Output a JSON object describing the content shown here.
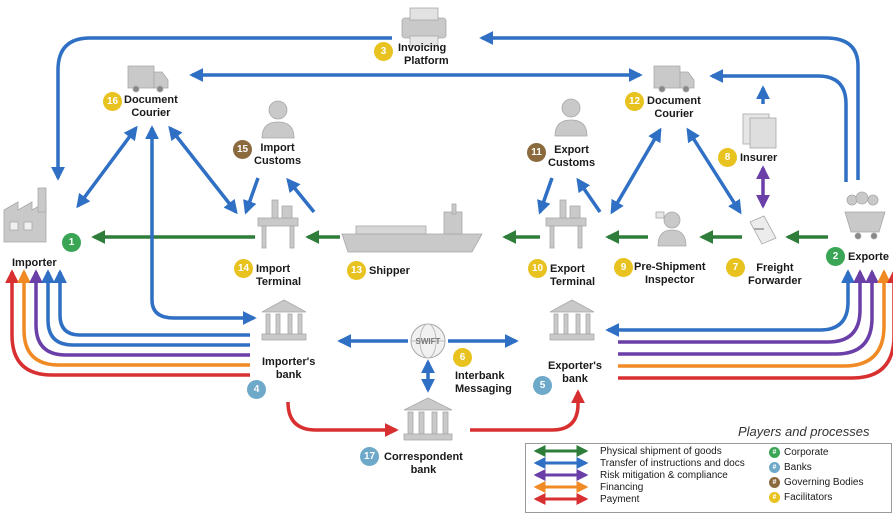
{
  "colors": {
    "physical": "#2e7d3a",
    "instructions": "#2f6fc4",
    "risk": "#6a3fa8",
    "financing": "#f08a24",
    "payment": "#d83030",
    "corporate_badge": "#3aa655",
    "bank_badge": "#6fa9c9",
    "governing_badge": "#8b6a3e",
    "facilitator_badge": "#e8c21e",
    "icon_gray": "#c9c9c9"
  },
  "nodes": {
    "invoicing": {
      "num": "3",
      "label_line1": "Invoicing",
      "label_line2": "Platform"
    },
    "doc_courier_left": {
      "num": "16",
      "label_line1": "Document",
      "label_line2": "Courier"
    },
    "doc_courier_right": {
      "num": "12",
      "label_line1": "Document",
      "label_line2": "Courier"
    },
    "import_customs": {
      "num": "15",
      "label_line1": "Import",
      "label_line2": "Customs"
    },
    "export_customs": {
      "num": "11",
      "label_line1": "Export",
      "label_line2": "Customs"
    },
    "insurer": {
      "num": "8",
      "label": "Insurer"
    },
    "importer": {
      "num": "1",
      "label": "Importer"
    },
    "exporter": {
      "num": "2",
      "label": "Exporte"
    },
    "import_terminal": {
      "num": "14",
      "label_line1": "Import",
      "label_line2": "Terminal"
    },
    "shipper": {
      "num": "13",
      "label": "Shipper"
    },
    "export_terminal": {
      "num": "10",
      "label_line1": "Export",
      "label_line2": "Terminal"
    },
    "pre_shipment": {
      "num": "9",
      "label_line1": "Pre-Shipment",
      "label_line2": "Inspector"
    },
    "freight_forwarder": {
      "num": "7",
      "label_line1": "Freight",
      "label_line2": "Forwarder"
    },
    "importers_bank": {
      "num": "4",
      "label_line1": "Importer's",
      "label_line2": "bank"
    },
    "exporters_bank": {
      "num": "5",
      "label_line1": "Exporter's",
      "label_line2": "bank"
    },
    "interbank": {
      "num": "6",
      "label_line1": "Interbank",
      "label_line2": "Messaging",
      "icon_text": "SWIFT"
    },
    "correspondent": {
      "num": "17",
      "label_line1": "Correspondent",
      "label_line2": "bank"
    }
  },
  "legend": {
    "title": "Players and processes",
    "flows": [
      "Physical shipment of goods",
      "Transfer of instructions and docs",
      "Risk mitigation &  compliance",
      "Financing",
      "Payment"
    ],
    "categories": [
      {
        "symbol": "#",
        "label": "Corporate"
      },
      {
        "symbol": "#",
        "label": "Banks"
      },
      {
        "symbol": "#",
        "label": "Governing Bodies"
      },
      {
        "symbol": "#",
        "label": "Facilitators"
      }
    ]
  }
}
